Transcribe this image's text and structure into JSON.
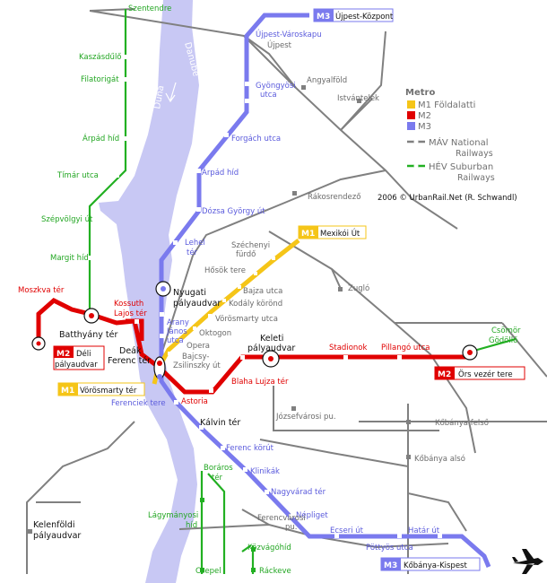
{
  "legend": {
    "title": "Metro",
    "items": [
      {
        "swatch": "#f5c518",
        "label": "M1 Földalatti"
      },
      {
        "swatch": "#e00000",
        "label": "M2"
      },
      {
        "swatch": "#7a7aee",
        "label": "M3"
      },
      {
        "swatch": "#808080",
        "label": "MÁV National"
      },
      {
        "swatch": "#22b022",
        "label": "HÉV Suburban"
      }
    ],
    "mav_sub": "Railways",
    "hev_sub": "Railways"
  },
  "credit": "2006 © UrbanRail.Net (R. Schwandl)",
  "river": {
    "name1": "Danube",
    "name2": "Duna"
  },
  "colors": {
    "m1": "#f5c518",
    "m2": "#e00000",
    "m3": "#7a7aee",
    "mav": "#808080",
    "hev": "#22b022",
    "river": "#c8c8f4"
  },
  "terminals": {
    "m3_north": {
      "line": "M3",
      "name": "Újpest-Központ"
    },
    "m1_end": {
      "line": "M1",
      "name": "Mexikói Út"
    },
    "m1_start": {
      "line": "M1",
      "name": "Vörösmarty tér"
    },
    "m2_west": {
      "line": "M2",
      "name1": "Déli",
      "name2": "pályaudvar"
    },
    "m2_east": {
      "line": "M2",
      "name": "Örs vezér tere"
    },
    "m3_south": {
      "line": "M3",
      "name": "Kőbánya-Kispest"
    }
  },
  "labels": {
    "szentendre": "Szentendre",
    "kaszasdulo": "Kaszásdűlő",
    "filatorigat": "Filatorigát",
    "arpad_hid_hev": "Árpád híd",
    "timar_utca": "Tímár utca",
    "szepvolgyi": "Szépvölgyi út",
    "margit_hid": "Margit híd",
    "moszkva_ter": "Moszkva tér",
    "batthyany": "Batthyány tér",
    "kossuth1": "Kossuth",
    "kossuth2": "Lajos tér",
    "deak1": "Deák",
    "deak2": "Ferenc tér",
    "astoria": "Astoria",
    "blaha": "Blaha Lujza tér",
    "keleti1": "Keleti",
    "keleti2": "pályaudvar",
    "stadionok": "Stadionok",
    "pillango": "Pillangó utca",
    "csomor1": "Csömör",
    "csomor2": "Gödöllő",
    "ujpest_varoskapu": "Újpest-Városkapu",
    "ujpest": "Újpest",
    "gyongyosi1": "Gyöngyösi",
    "gyongyosi2": "utca",
    "angyalfold": "Angyalföld",
    "istvantelek": "Istvántelek",
    "forgach": "Forgách utca",
    "arpad_hid_m3": "Árpád híd",
    "dozsa": "Dózsa György út",
    "rakosrendezo": "Rákosrendező",
    "lehel1": "Lehel",
    "lehel2": "tér",
    "nyugati1": "Nyugati",
    "nyugati2": "pályaudvar",
    "arany1": "Arany",
    "arany2": "János",
    "arany3": "utca",
    "szechenyi1": "Széchenyi",
    "szechenyi2": "fürdő",
    "hosok": "Hősök tere",
    "bajza": "Bajza utca",
    "kodaly": "Kodály körönd",
    "vorosmarty_utca": "Vörösmarty utca",
    "oktogon": "Oktogon",
    "opera": "Opera",
    "bajcsy1": "Bajcsy-",
    "bajcsy2": "Zsilinszky út",
    "zuglo": "Zugló",
    "ferenciek": "Ferenciek tere",
    "kalvin": "Kálvin tér",
    "jozsefvarosi": "Józsefvárosi pu.",
    "kobanya_felso": "Kőbánya felső",
    "ferenc_korut": "Ferenc körút",
    "klinikak": "Klinikák",
    "kobanya_also": "Kőbánya alsó",
    "boraros1": "Boráros",
    "boraros2": "tér",
    "nagyvarad": "Nagyvárad tér",
    "lagymanyosi1": "Lágymányosi",
    "lagymanyosi2": "híd",
    "ferencvarosi1": "Ferencvárosi",
    "ferencvarosi2": "pu.",
    "nepliget": "Népliget",
    "kelenfoldi1": "Kelenföldi",
    "kelenfoldi2": "pályaudvar",
    "ecseri": "Ecseri út",
    "hatar": "Határ út",
    "pottyos": "Pöttyös utca",
    "kozvagohid": "Közvágóhíd",
    "csepel": "Csepel",
    "rackeve": "Ráckeve"
  }
}
